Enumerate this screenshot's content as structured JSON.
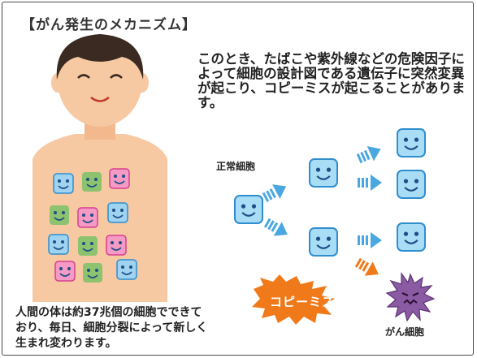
{
  "title": "【がん発生のメカニズム】",
  "description": "このとき、たばこや紫外線などの危険因子によって細胞の設計図である遺伝子に突然変異が起こり、コピーミスが起こることがあります。",
  "caption": "人間の体は約37兆個の細胞でできており、毎日、細胞分裂によって新しく生まれ変わります。",
  "labels": {
    "normal_cell": "正常細胞",
    "copy_error": "コピーミス",
    "cancer_cell": "がん細胞"
  },
  "colors": {
    "normal_cell": "#a9dcf5",
    "normal_outline": "#2f8ed0",
    "arrow": "#4aa8e0",
    "cancer_cell": "#8a5aa3",
    "copy_error_burst": "#f07a1a",
    "body_skin": "#f6c9a3",
    "body_cell_pink": "#f49ac4",
    "body_cell_green": "#8dc26f",
    "body_cell_blue": "#9fd3f0"
  }
}
